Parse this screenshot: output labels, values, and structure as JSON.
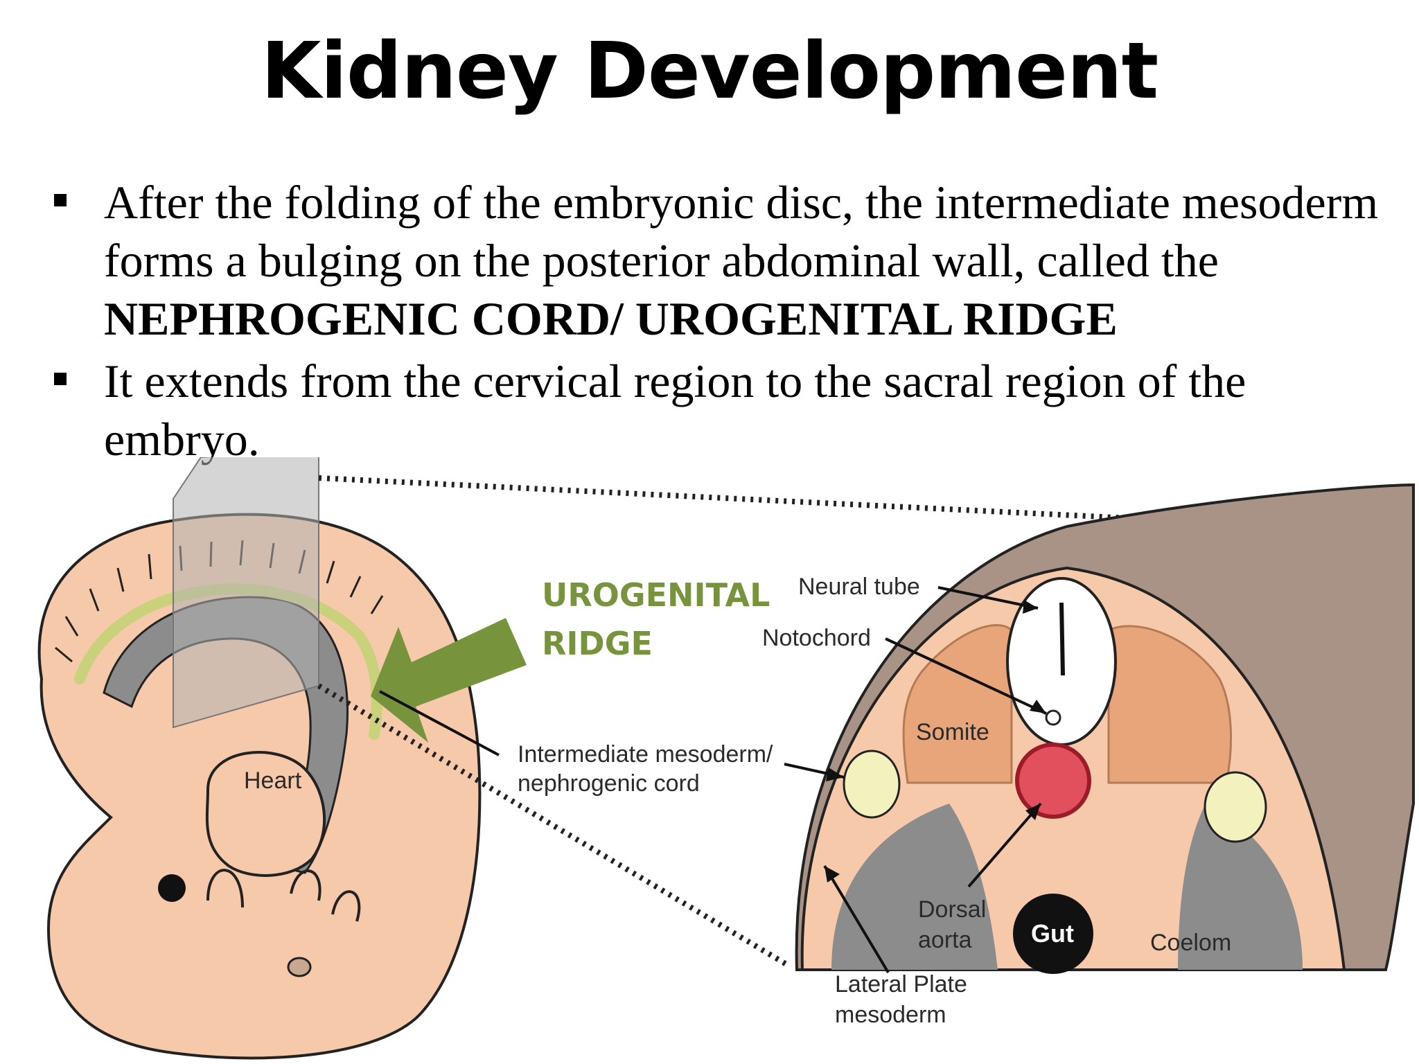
{
  "slide": {
    "title": "Kidney Development",
    "bullets": [
      {
        "text": "After the folding of the embryonic disc, the intermediate mesoderm forms a bulging on the posterior abdominal wall, called the ",
        "bold": "NEPHROGENIC CORD/ UROGENITAL RIDGE"
      },
      {
        "text": "It extends from the cervical region to the sacral region of the embryo.",
        "bold": ""
      }
    ]
  },
  "diagram": {
    "callout_line1": "UROGENITAL",
    "callout_line2": "RIDGE",
    "callout_color": "#77933c",
    "labels": {
      "heart": "Heart",
      "neural_tube": "Neural tube",
      "notochord": "Notochord",
      "somite": "Somite",
      "intermediate_1": "Intermediate mesoderm/",
      "intermediate_2": "nephrogenic cord",
      "dorsal_1": "Dorsal",
      "dorsal_2": "aorta",
      "gut": "Gut",
      "coelom": "Coelom",
      "lateral_1": "Lateral Plate",
      "lateral_2": "mesoderm"
    },
    "colors": {
      "skin": "#f7c9ab",
      "somite": "#e8a57a",
      "gray": "#8c8c8c",
      "brown": "#a89386",
      "aorta": "#e2505d",
      "yellow": "#f3f1bd",
      "ridge": "#c9d17a"
    }
  }
}
